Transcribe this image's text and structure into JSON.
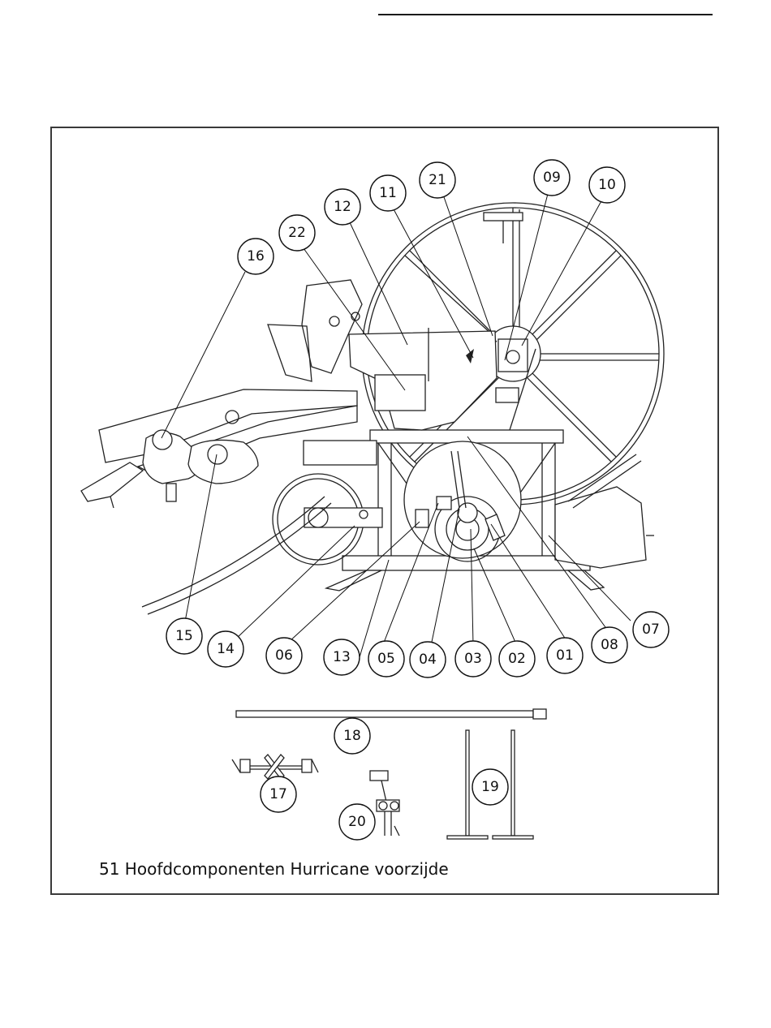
{
  "figure": {
    "caption": "51 Hoofdcomponenten Hurricane voorzijde",
    "callouts": [
      {
        "id": "01",
        "label": "01"
      },
      {
        "id": "02",
        "label": "02"
      },
      {
        "id": "03",
        "label": "03"
      },
      {
        "id": "04",
        "label": "04"
      },
      {
        "id": "05",
        "label": "05"
      },
      {
        "id": "06",
        "label": "06"
      },
      {
        "id": "07",
        "label": "07"
      },
      {
        "id": "08",
        "label": "08"
      },
      {
        "id": "09",
        "label": "09"
      },
      {
        "id": "10",
        "label": "10"
      },
      {
        "id": "11",
        "label": "11"
      },
      {
        "id": "12",
        "label": "12"
      },
      {
        "id": "13",
        "label": "13"
      },
      {
        "id": "14",
        "label": "14"
      },
      {
        "id": "15",
        "label": "15"
      },
      {
        "id": "16",
        "label": "16"
      },
      {
        "id": "17",
        "label": "17"
      },
      {
        "id": "18",
        "label": "18"
      },
      {
        "id": "19",
        "label": "19"
      },
      {
        "id": "20",
        "label": "20"
      },
      {
        "id": "21",
        "label": "21"
      },
      {
        "id": "22",
        "label": "22"
      }
    ]
  }
}
